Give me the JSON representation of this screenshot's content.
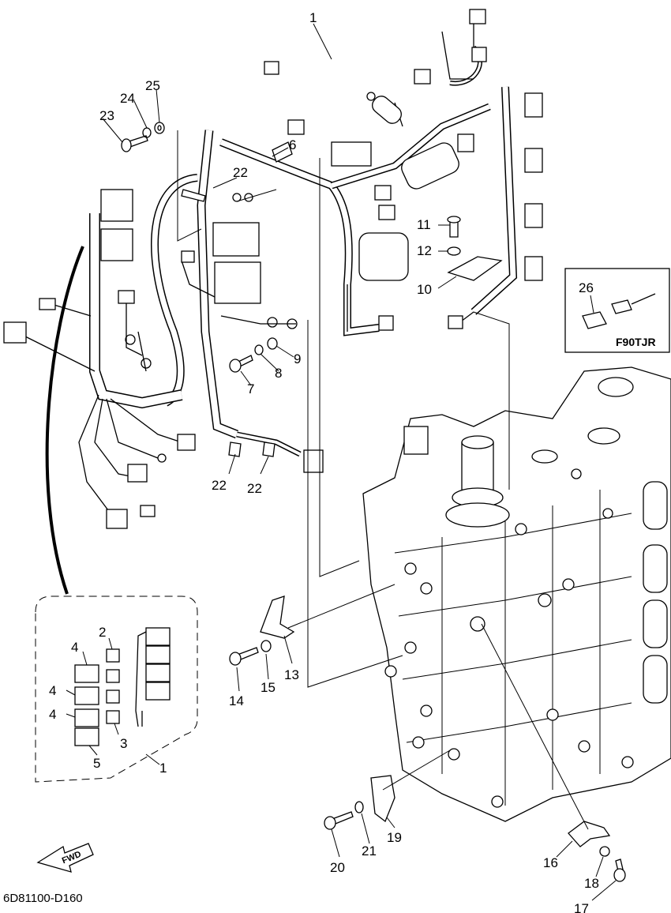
{
  "diagram": {
    "callouts": {
      "c1": "1",
      "c2": "2",
      "c3": "3",
      "c4": "4",
      "c5": "5",
      "c6": "6",
      "c7": "7",
      "c8": "8",
      "c9": "9",
      "c10": "10",
      "c11": "11",
      "c12": "12",
      "c13": "13",
      "c14": "14",
      "c15": "15",
      "c16": "16",
      "c17": "17",
      "c18": "18",
      "c19": "19",
      "c20": "20",
      "c21": "21",
      "c22": "22",
      "c23": "23",
      "c24": "24",
      "c25": "25",
      "c26": "26"
    },
    "inset_model": "F90TJR",
    "forward_label": "FWD",
    "diagram_code": "6D81100-D160"
  }
}
